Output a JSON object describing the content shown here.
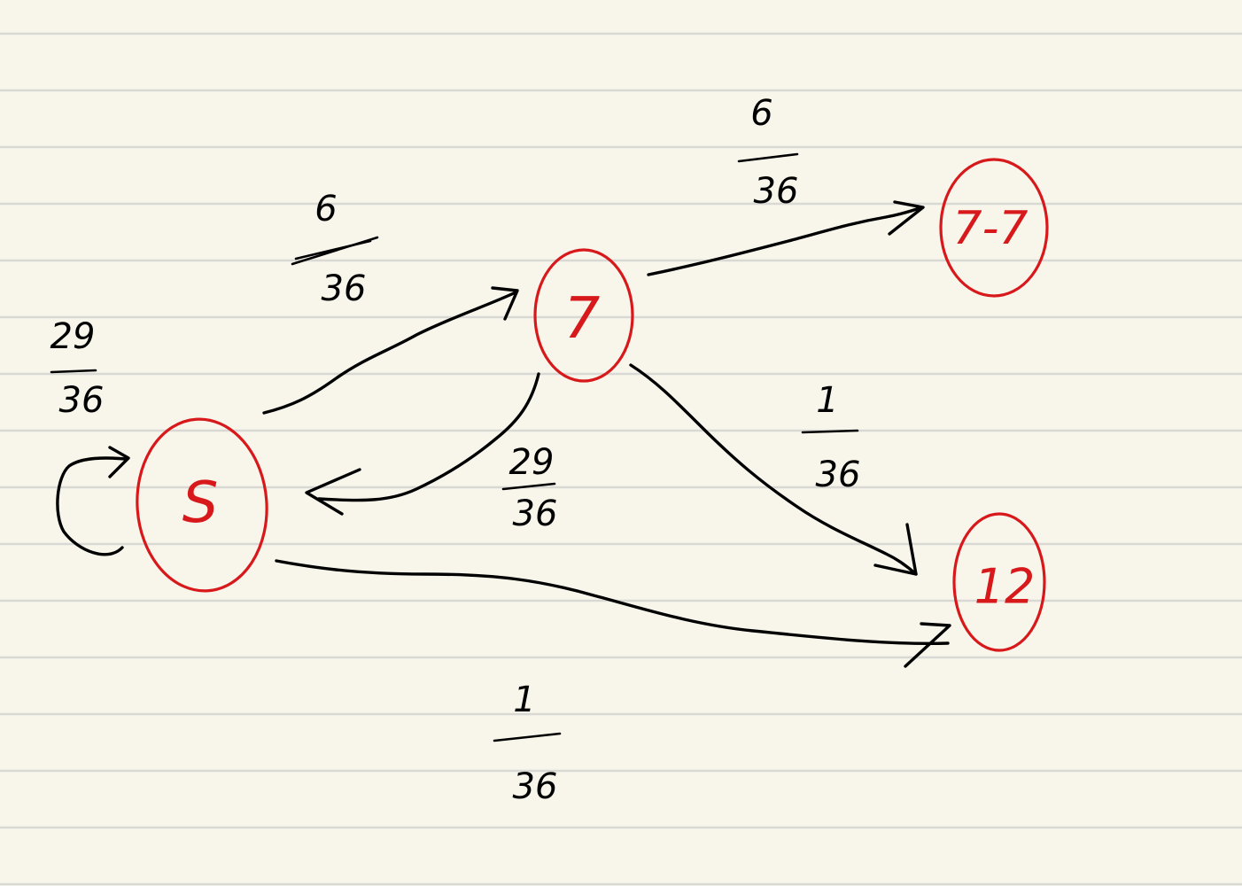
{
  "nodes": {
    "s": {
      "label": "S"
    },
    "seven": {
      "label": "7"
    },
    "seven7": {
      "label": "7-7"
    },
    "twelve": {
      "label": "12"
    }
  },
  "edges": {
    "s_loop": {
      "num": "29",
      "den": "36"
    },
    "s_to_7": {
      "num": "6",
      "den": "36"
    },
    "7_to_77": {
      "num": "6",
      "den": "36"
    },
    "7_to_s": {
      "num": "29",
      "den": "36"
    },
    "7_to_12": {
      "num": "1",
      "den": "36"
    },
    "s_to_12": {
      "num": "1",
      "den": "36"
    }
  },
  "colors": {
    "paper": "#f8f6eb",
    "rule": "#d8d8d4",
    "ink": "#000000",
    "node_ink": "#d8191c"
  }
}
